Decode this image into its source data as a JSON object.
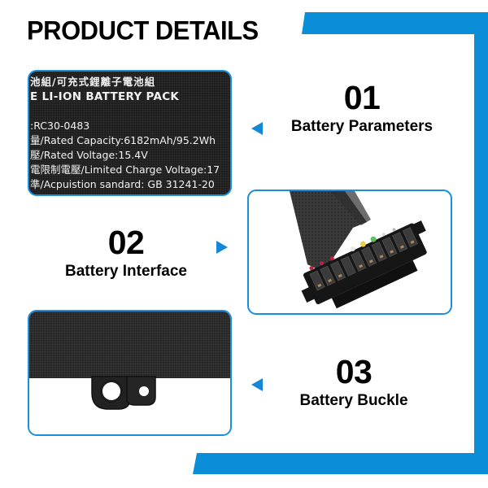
{
  "page": {
    "title": "PRODUCT DETAILS",
    "accent_color": "#0a8ed8"
  },
  "battery_label": {
    "lines": [
      "池組/可充式鋰離子電池組",
      "E LI-ION BATTERY PACK",
      "",
      ":RC30-0483",
      "量/Rated Capacity:6182mAh/95.2Wh",
      "壓/Rated Voltage:15.4V",
      "電限制電壓/Limited Charge Voltage:17",
      "準/Acpuistion sandard: GB 31241-20"
    ]
  },
  "features": [
    {
      "number": "01",
      "caption": "Battery Parameters",
      "arrow": "left"
    },
    {
      "number": "02",
      "caption": "Battery Interface",
      "arrow": "right"
    },
    {
      "number": "03",
      "caption": "Battery Buckle",
      "arrow": "left"
    }
  ],
  "images": {
    "card_1": "battery-label-photo",
    "card_2": "battery-connector-cable-photo",
    "card_3": "battery-buckle-photo"
  }
}
